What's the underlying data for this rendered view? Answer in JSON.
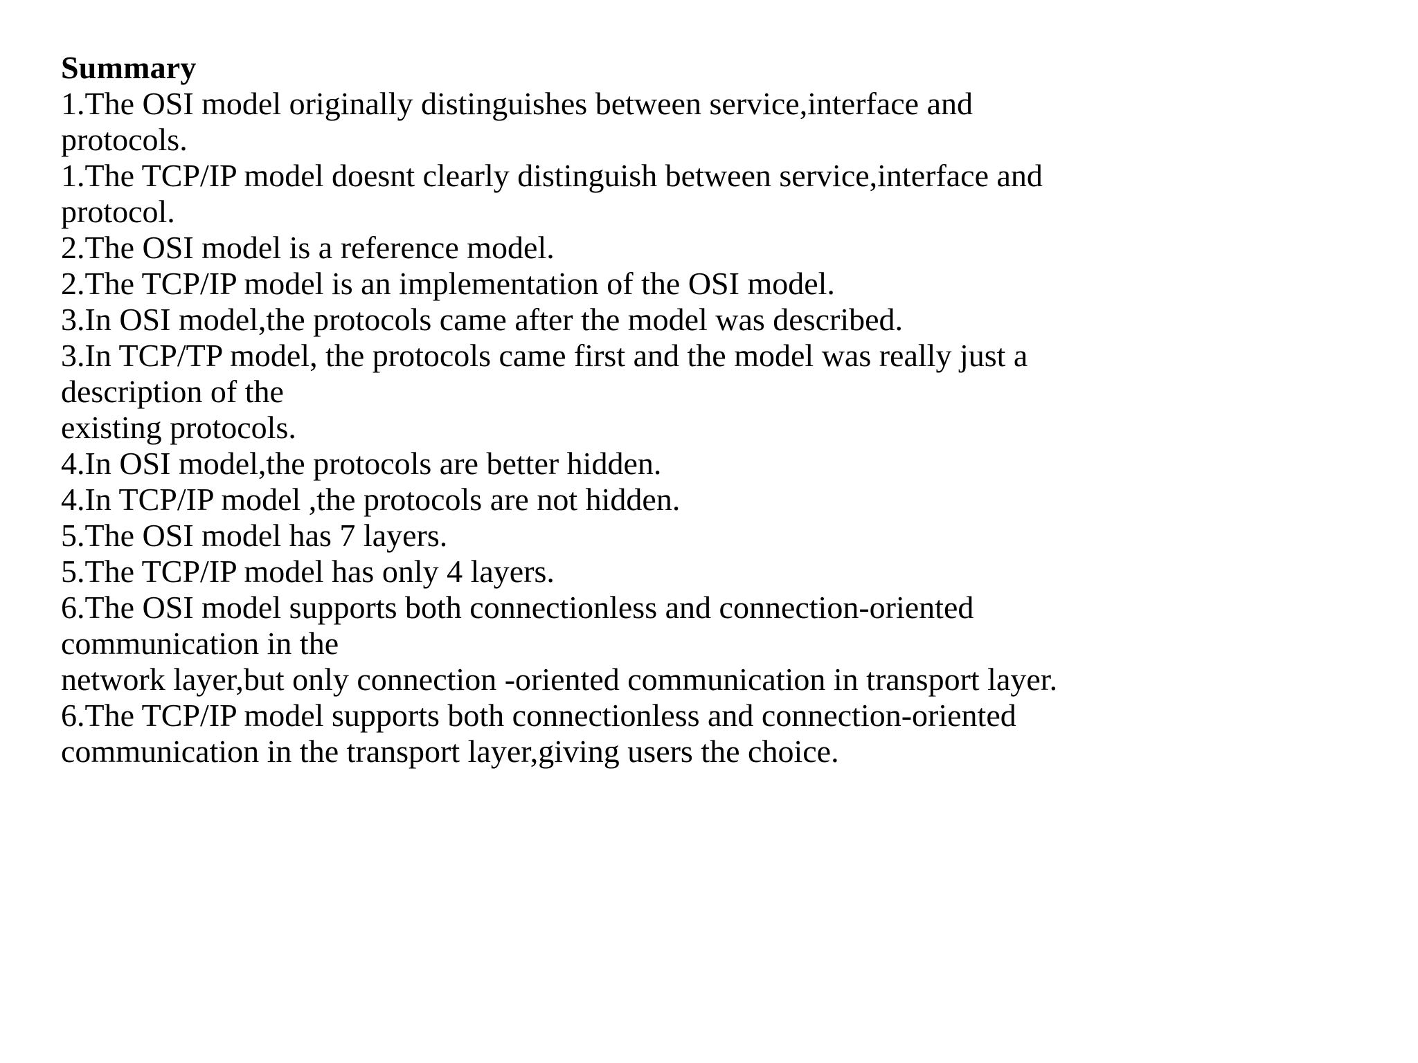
{
  "document": {
    "background_color": "#ffffff",
    "text_color": "#000000",
    "heading": "Summary",
    "lines": [
      {
        "id": "l1",
        "kind": "numbered",
        "text": "1.The OSI model originally distinguishes between service,interface and"
      },
      {
        "id": "l2",
        "kind": "continuation",
        "text": "protocols."
      },
      {
        "id": "l3",
        "kind": "numbered",
        "text": "1.The TCP/IP model doesnt clearly distinguish between service,interface and"
      },
      {
        "id": "l4",
        "kind": "continuation",
        "text": "protocol."
      },
      {
        "id": "l5",
        "kind": "numbered",
        "text": "2.The OSI model is a reference model."
      },
      {
        "id": "l6",
        "kind": "numbered",
        "text": "2.The TCP/IP model is an implementation of the OSI model."
      },
      {
        "id": "l7",
        "kind": "numbered",
        "text": "3.In OSI model,the protocols came after the model was described."
      },
      {
        "id": "l8",
        "kind": "numbered",
        "text": "3.In TCP/TP model, the protocols came first and the model was really just a"
      },
      {
        "id": "l9",
        "kind": "continuation",
        "text": "description of the"
      },
      {
        "id": "l10",
        "kind": "continuation",
        "text": "existing protocols."
      },
      {
        "id": "l11",
        "kind": "numbered",
        "text": "4.In OSI model,the protocols are better hidden."
      },
      {
        "id": "l12",
        "kind": "numbered",
        "text": "4.In TCP/IP model ,the protocols are not hidden."
      },
      {
        "id": "l13",
        "kind": "numbered",
        "text": "5.The OSI model has 7 layers."
      },
      {
        "id": "l14",
        "kind": "numbered",
        "text": "5.The TCP/IP model has only 4 layers."
      },
      {
        "id": "l15",
        "kind": "numbered",
        "text": "6.The OSI model supports both connectionless and connection-oriented"
      },
      {
        "id": "l16",
        "kind": "continuation",
        "text": "communication in the"
      },
      {
        "id": "l17",
        "kind": "continuation",
        "text": "network layer,but only connection -oriented communication in transport layer."
      },
      {
        "id": "l18",
        "kind": "numbered",
        "text": "6.The TCP/IP model supports both connectionless and connection-oriented"
      },
      {
        "id": "l19",
        "kind": "continuation",
        "text": "communication in the transport layer,giving users the choice."
      }
    ]
  }
}
